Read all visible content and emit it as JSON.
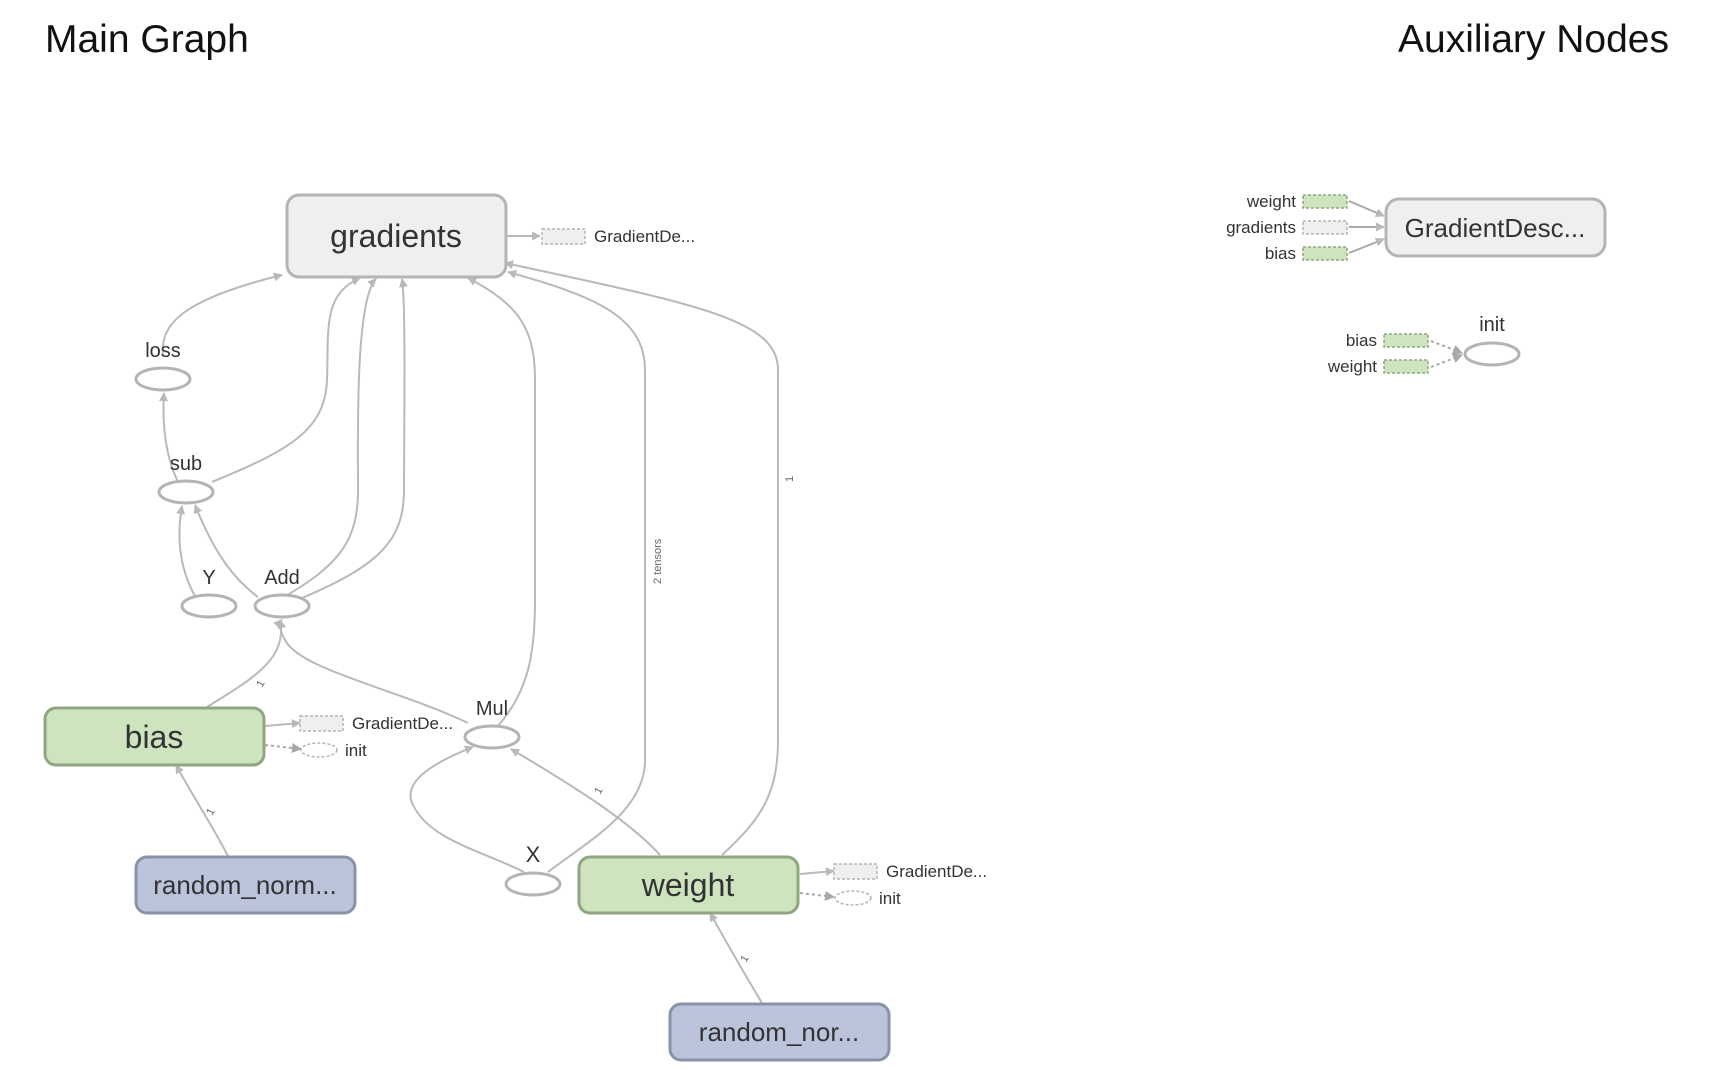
{
  "titles": {
    "main": "Main Graph",
    "auxiliary": "Auxiliary Nodes"
  },
  "main_graph": {
    "nodes": {
      "gradients": "gradients",
      "loss": "loss",
      "sub": "sub",
      "y": "Y",
      "add": "Add",
      "mul": "Mul",
      "x": "X",
      "bias": "bias",
      "weight": "weight",
      "random_norm_bias": "random_norm...",
      "random_norm_weight": "random_nor..."
    },
    "annotations": {
      "gradients_out": "GradientDe...",
      "bias_grad": "GradientDe...",
      "bias_init": "init",
      "weight_grad": "GradientDe...",
      "weight_init": "init"
    },
    "edge_labels": {
      "mul_to_gradients_tensors": "2 tensors",
      "weight_to_gradients": "1",
      "bias_to_add": "1",
      "random_to_bias": "1",
      "weight_to_mul": "1",
      "random_to_weight": "1"
    }
  },
  "auxiliary": {
    "gradient_descent": {
      "node": "GradientDesc...",
      "inputs": [
        "weight",
        "gradients",
        "bias"
      ]
    },
    "init": {
      "node": "init",
      "inputs": [
        "bias",
        "weight"
      ]
    }
  },
  "colors": {
    "variable_fill": "#cde4bf",
    "variable_stroke": "#8fa681",
    "random_fill": "#bcc4dc",
    "random_stroke": "#8a92a8",
    "gray_fill": "#efefef",
    "gray_stroke": "#b4b4b4",
    "edge": "#b9b9b9"
  }
}
